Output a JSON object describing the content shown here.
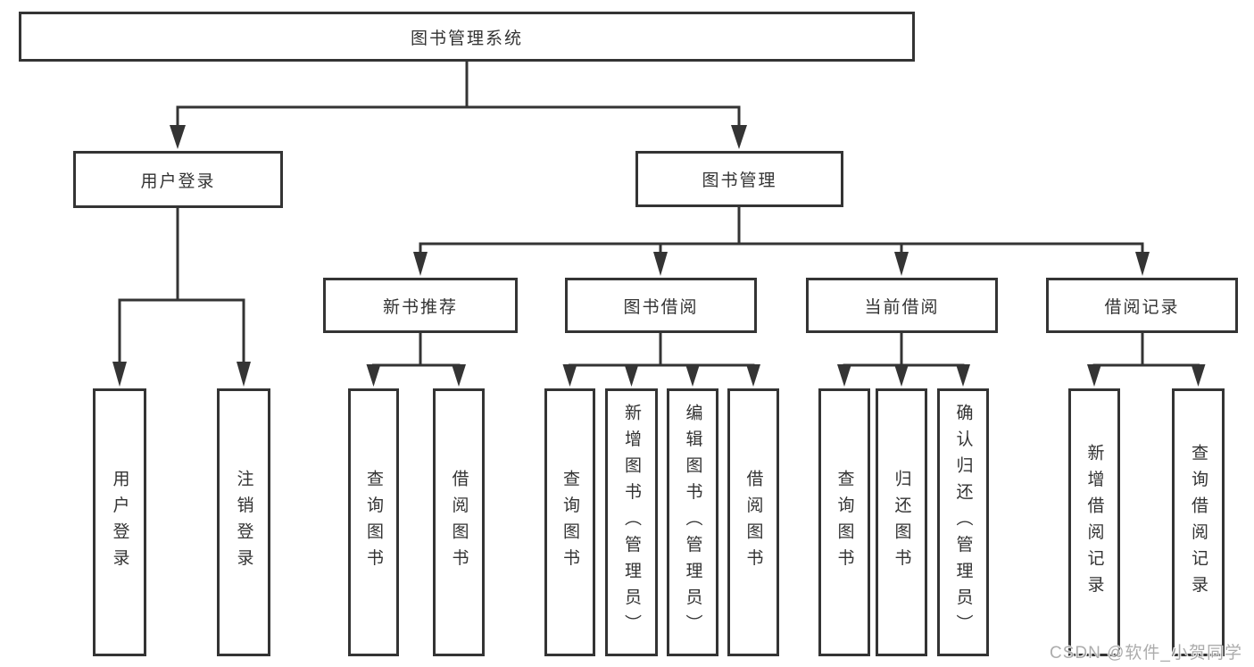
{
  "title": "图书管理系统",
  "tree": {
    "label": "图书管理系统",
    "children": [
      {
        "label": "用户登录",
        "children": [
          {
            "label": "用户登录"
          },
          {
            "label": "注销登录"
          }
        ]
      },
      {
        "label": "图书管理",
        "children": [
          {
            "label": "新书推荐",
            "children": [
              {
                "label": "查询图书"
              },
              {
                "label": "借阅图书"
              }
            ]
          },
          {
            "label": "图书借阅",
            "children": [
              {
                "label": "查询图书"
              },
              {
                "label": "新增图书（管理员）"
              },
              {
                "label": "编辑图书（管理员）"
              },
              {
                "label": "借阅图书"
              }
            ]
          },
          {
            "label": "当前借阅",
            "children": [
              {
                "label": "查询图书"
              },
              {
                "label": "归还图书"
              },
              {
                "label": "确认归还（管理员）"
              }
            ]
          },
          {
            "label": "借阅记录",
            "children": [
              {
                "label": "新增借阅记录"
              },
              {
                "label": "查询借阅记录"
              }
            ]
          }
        ]
      }
    ]
  },
  "watermark": {
    "text": "CSDN @软件_小贺同学"
  },
  "colors": {
    "border": "#343434",
    "line": "#343434",
    "text": "#333333",
    "background": "#ffffff",
    "watermark": "#9e9e9e"
  }
}
